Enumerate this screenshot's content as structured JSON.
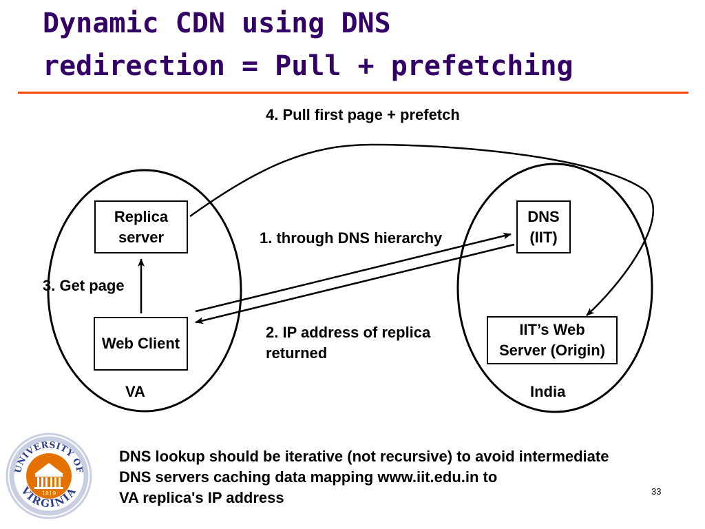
{
  "slide": {
    "title_line1": "Dynamic CDN using DNS",
    "title_line2": "redirection = Pull + prefetching",
    "page_number": "33"
  },
  "diagram": {
    "left_region": {
      "label": "VA",
      "replica_server": "Replica\nserver",
      "web_client": "Web Client"
    },
    "right_region": {
      "label": "India",
      "dns": "DNS\n(IIT)",
      "web_server": "IIT’s Web\nServer (Origin)"
    },
    "steps": {
      "step1": "1. through DNS hierarchy",
      "step2_line1": "2. IP address of replica",
      "step2_line2": "returned",
      "step3": "3. Get page",
      "step4": "4. Pull first page + prefetch"
    }
  },
  "note": "DNS lookup should be iterative (not recursive) to avoid intermediate\nDNS servers caching data mapping www.iit.edu.in to\nVA replica's IP address",
  "logo": {
    "top_text": "UNIVERSITY OF",
    "bottom_text": "VIRGINIA",
    "year": "1819"
  },
  "colors": {
    "title": "#330066",
    "rule": "#ff4500",
    "logo_orange": "#e57200",
    "logo_ring": "#c8cfe0",
    "logo_text": "#2c3e8c"
  }
}
